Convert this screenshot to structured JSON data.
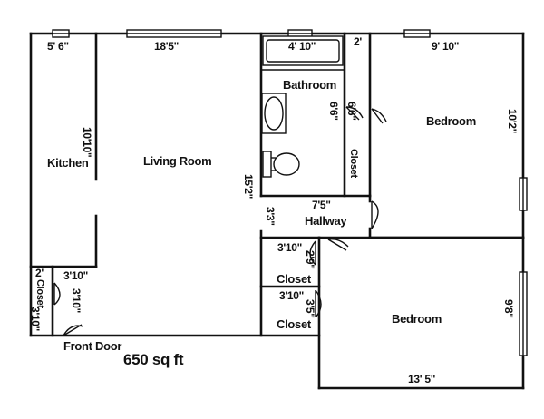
{
  "rooms": {
    "kitchen": "Kitchen",
    "living_room": "Living Room",
    "bathroom": "Bathroom",
    "bedroom_1": "Bedroom",
    "bedroom_2": "Bedroom",
    "hallway": "Hallway",
    "closet_bedroom": "Closet",
    "closet_hall_1": "Closet",
    "closet_hall_2": "Closet",
    "closet_entry": "Closet"
  },
  "dimensions": {
    "kitchen_width": "5' 6\"",
    "living_width": "18'5\"",
    "bath_width": "4' 10\"",
    "bath_closet_width": "2'",
    "bedroom1_width": "9' 10\"",
    "kitchen_height": "10'10\"",
    "bath_height": "6'6\"",
    "bath_closet_height": "6'6\"",
    "bedroom1_height": "10'2\"",
    "living_height": "15'2\"",
    "hallway_width": "7'5\"",
    "hallway_height": "3'3\"",
    "closet1_width": "3'10\"",
    "closet1_height": "2'9\"",
    "closet2_width": "3'10\"",
    "closet2_height": "3'5\"",
    "entry_closet_width": "2'",
    "entry_width": "3'10\"",
    "entry_height": "3'10\"",
    "entry_closet_height": "3'10\"",
    "bedroom2_height": "9'8\"",
    "bedroom2_width": "13' 5\""
  },
  "labels": {
    "front_door": "Front Door",
    "total_area": "650 sq ft"
  }
}
